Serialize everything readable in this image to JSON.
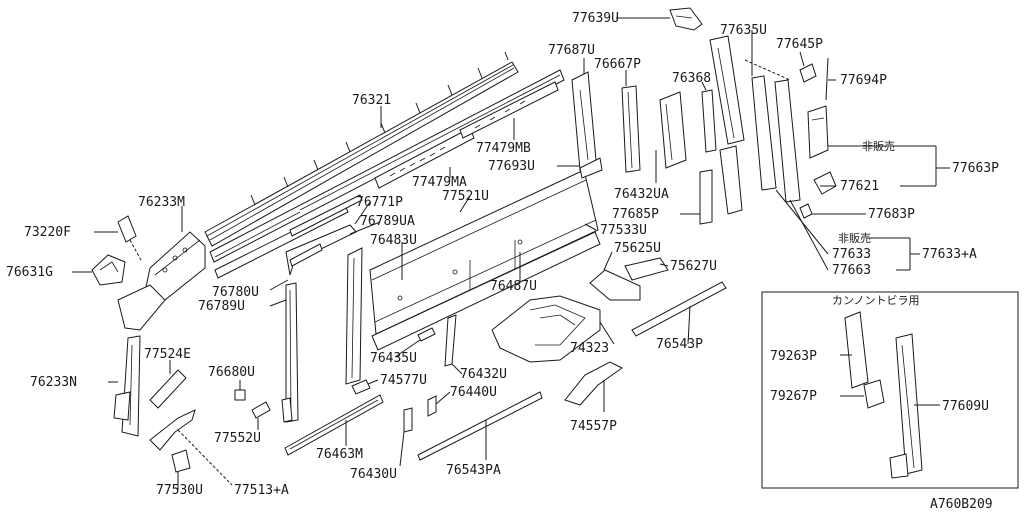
{
  "diagram": {
    "code": "A760B209",
    "inset_title": "カンノントビラ用",
    "hihanbai_1": "非販売",
    "hihanbai_2": "非販売"
  },
  "labels": {
    "p77639U": "77639U",
    "p77635U": "77635U",
    "p77687U": "77687U",
    "p76667P": "76667P",
    "p77645P": "77645P",
    "p77694P": "77694P",
    "p76368": "76368",
    "p76321": "76321",
    "p77479MB": "77479MB",
    "p77693U": "77693U",
    "p77479MA": "77479MA",
    "p77663P": "77663P",
    "p77621": "77621",
    "p77683P": "77683P",
    "p76432UA": "76432UA",
    "p77685P": "77685P",
    "p76233M": "76233M",
    "p76771P": "76771P",
    "p77521U": "77521U",
    "p76789UA": "76789UA",
    "p77533U": "77533U",
    "p73220F": "73220F",
    "p76483U": "76483U",
    "p77633": "77633",
    "p77633A": "77633+A",
    "p76631G": "76631G",
    "p75625U": "75625U",
    "p77663": "77663",
    "p75627U": "75627U",
    "p76780U": "76780U",
    "p76789U": "76789U",
    "p76487U": "76487U",
    "p76543P": "76543P",
    "p74323": "74323",
    "p76435U": "76435U",
    "p77524E": "77524E",
    "p76680U": "76680U",
    "p74577U": "74577U",
    "p76432U": "76432U",
    "p76233N": "76233N",
    "p76440U": "76440U",
    "p74557P": "74557P",
    "p77552U": "77552U",
    "p76463M": "76463M",
    "p76543PA": "76543PA",
    "p77530U": "77530U",
    "p77513A": "77513+A",
    "p76430U": "76430U",
    "p79263P": "79263P",
    "p79267P": "79267P",
    "p77609U": "77609U"
  }
}
